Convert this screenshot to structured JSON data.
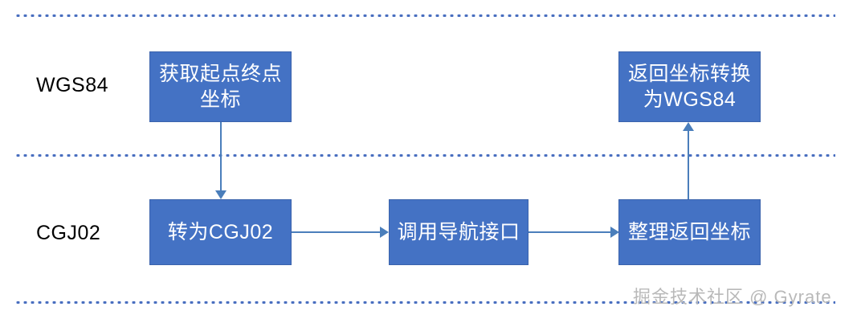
{
  "diagram": {
    "type": "flowchart",
    "title": "",
    "bands": [
      {
        "id": "wgs84",
        "label": "WGS84"
      },
      {
        "id": "cgj02",
        "label": "CGJ02"
      }
    ],
    "nodes": [
      {
        "id": "n1",
        "band": "wgs84",
        "label": "获取起点终点坐标"
      },
      {
        "id": "n2",
        "band": "wgs84",
        "label": "返回坐标转换为WGS84"
      },
      {
        "id": "n3",
        "band": "cgj02",
        "label": "转为CGJ02"
      },
      {
        "id": "n4",
        "band": "cgj02",
        "label": "调用导航接口"
      },
      {
        "id": "n5",
        "band": "cgj02",
        "label": "整理返回坐标"
      }
    ],
    "edges": [
      {
        "from": "n1",
        "to": "n3",
        "direction": "down"
      },
      {
        "from": "n3",
        "to": "n4",
        "direction": "right"
      },
      {
        "from": "n4",
        "to": "n5",
        "direction": "right"
      },
      {
        "from": "n5",
        "to": "n2",
        "direction": "up"
      }
    ],
    "colors": {
      "node_fill": "#4472C4",
      "node_border": "#3B63AC",
      "node_text": "#FFFFFF",
      "connector": "#4A7EBB",
      "separator": "#4A6FC0",
      "label_text": "#000000",
      "watermark_text": "#B9B9B9",
      "background": "#FFFFFF"
    }
  },
  "watermark": {
    "text": "掘金技术社区 @ Gyrate"
  }
}
